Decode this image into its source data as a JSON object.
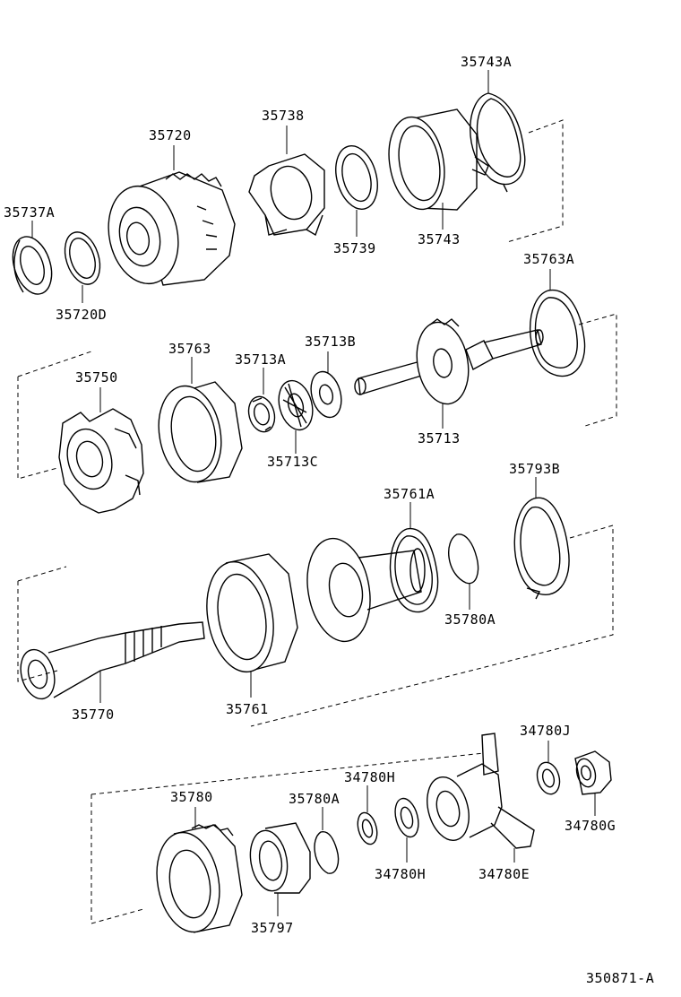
{
  "labels": {
    "p35743A": "35743A",
    "p35738": "35738",
    "p35720": "35720",
    "p35737A": "35737A",
    "p35720D": "35720D",
    "p35739": "35739",
    "p35743": "35743",
    "p35763A": "35763A",
    "p35713B": "35713B",
    "p35763": "35763",
    "p35713A": "35713A",
    "p35750": "35750",
    "p35713C": "35713C",
    "p35713": "35713",
    "p35793B": "35793B",
    "p35761A": "35761A",
    "p35780A_1": "35780A",
    "p35770": "35770",
    "p35761": "35761",
    "p34780J": "34780J",
    "p34780H_1": "34780H",
    "p35780": "35780",
    "p35780A_2": "35780A",
    "p34780G": "34780G",
    "p34780H_2": "34780H",
    "p34780E": "34780E",
    "p35797": "35797",
    "code": "350871-A"
  }
}
